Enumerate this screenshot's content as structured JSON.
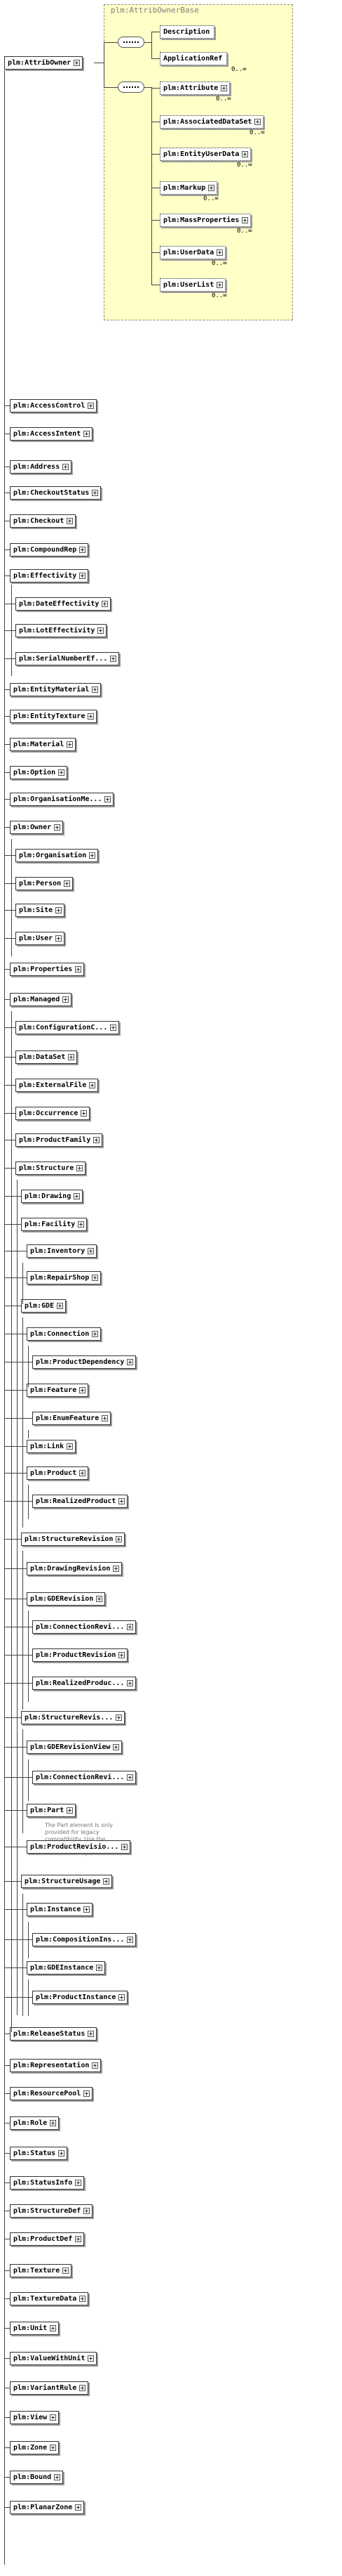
{
  "root": {
    "label": "plm:AttribOwner"
  },
  "base_group": {
    "title": "plm:AttribOwnerBase",
    "first_sequence": [
      {
        "label": "Description",
        "mult": ""
      },
      {
        "label": "ApplicationRef",
        "mult": "0..∞"
      }
    ],
    "second_sequence": [
      {
        "label": "plm:Attribute",
        "mult": "0..∞"
      },
      {
        "label": "plm:AssociatedDataSet",
        "mult": "0..∞"
      },
      {
        "label": "plm:EntityUserData",
        "mult": "0..∞"
      },
      {
        "label": "plm:Markup",
        "mult": "0..∞"
      },
      {
        "label": "plm:MassProperties",
        "mult": "0..∞"
      },
      {
        "label": "plm:UserData",
        "mult": "0..∞"
      },
      {
        "label": "plm:UserList",
        "mult": "0..∞"
      }
    ]
  },
  "derived_types": [
    "plm:AccessControl",
    "plm:AccessIntent",
    "plm:Address",
    "plm:CheckoutStatus",
    "plm:Checkout",
    "plm:CompoundRep",
    "plm:Effectivity",
    "plm:DateEffectivity",
    "plm:LotEffectivity",
    "plm:SerialNumberEf...",
    "plm:EntityMaterial",
    "plm:EntityTexture",
    "plm:Material",
    "plm:Option",
    "plm:OrganisationMe...",
    "plm:Owner",
    "plm:Organisation",
    "plm:Person",
    "plm:Site",
    "plm:User",
    "plm:Properties",
    "plm:Managed",
    "plm:ConfigurationC...",
    "plm:DataSet",
    "plm:ExternalFile",
    "plm:Occurrence",
    "plm:ProductFamily",
    "plm:Structure",
    "plm:Drawing",
    "plm:Facility",
    "plm:Inventory",
    "plm:RepairShop",
    "plm:GDE",
    "plm:Connection",
    "plm:ProductDependency",
    "plm:Feature",
    "plm:EnumFeature",
    "plm:Link",
    "plm:Product",
    "plm:RealizedProduct",
    "plm:StructureRevision",
    "plm:DrawingRevision",
    "plm:GDERevision",
    "plm:ConnectionRevi...",
    "plm:ProductRevision",
    "plm:RealizedProduc...",
    "plm:StructureRevis...",
    "plm:GDERevisionView",
    "plm:ConnectionRevi...",
    "plm:Part",
    "plm:ProductRevisio...",
    "plm:StructureUsage",
    "plm:Instance",
    "plm:CompositionIns...",
    "plm:GDEInstance",
    "plm:ProductInstance",
    "plm:ReleaseStatus",
    "plm:Representation",
    "plm:ResourcePool",
    "plm:Role",
    "plm:Status",
    "plm:StatusInfo",
    "plm:StructureDef",
    "plm:ProductDef",
    "plm:Texture",
    "plm:TextureData",
    "plm:Unit",
    "plm:ValueWithUnit",
    "plm:VariantRule",
    "plm:View",
    "plm:Zone",
    "plm:Bound",
    "plm:PlanarZone"
  ],
  "part_note": "The Part element is only provided for legacy compatibility. Use the ProductRevisionView element in its place."
}
